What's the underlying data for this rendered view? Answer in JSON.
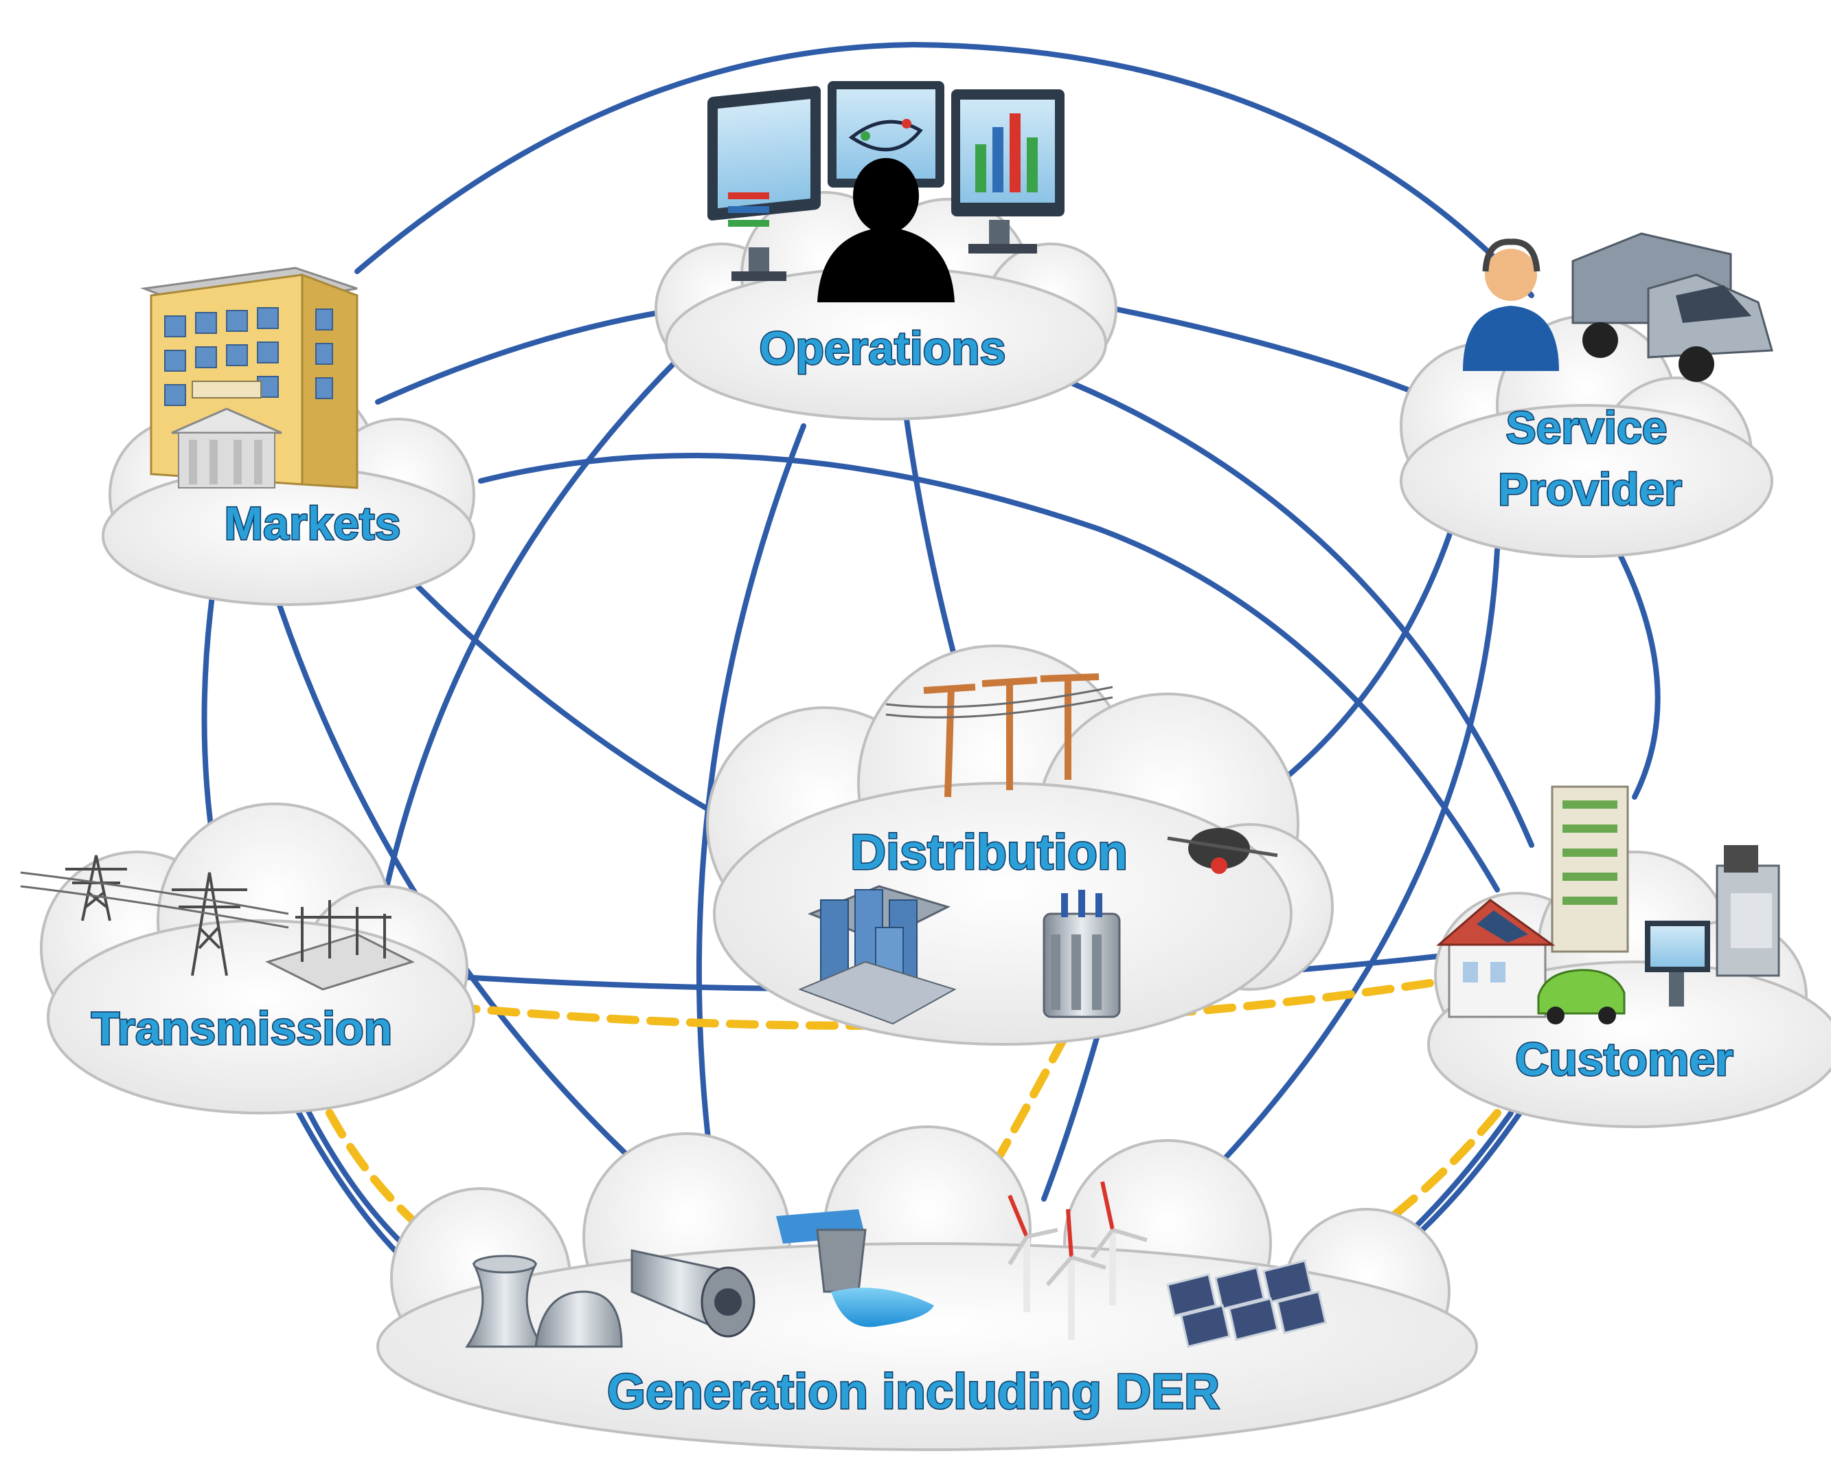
{
  "nodes": {
    "operations": {
      "label": "Operations"
    },
    "markets": {
      "label": "Markets"
    },
    "service_provider": {
      "label_line1": "Service",
      "label_line2": "Provider"
    },
    "distribution": {
      "label": "Distribution"
    },
    "transmission": {
      "label": "Transmission"
    },
    "customer": {
      "label": "Customer"
    },
    "generation": {
      "label": "Generation including DER"
    }
  },
  "colors": {
    "link_solid": "#2f5ca8",
    "link_dashed": "#f3bb1b",
    "label_fill": "#2b9fd8",
    "label_outline": "#0a3a66",
    "cloud_fill": "#f2f2f2",
    "cloud_edge": "#bfbfbf"
  },
  "icons": {
    "operations": "control-room-monitors-icon",
    "markets": "market-building-icon",
    "service_provider": "service-agent-and-truck-icon",
    "distribution": "power-poles-and-transformers-icon",
    "transmission": "transmission-towers-and-substation-icon",
    "customer": "buildings-house-ev-icon",
    "generation": "power-plants-wind-solar-icon"
  }
}
